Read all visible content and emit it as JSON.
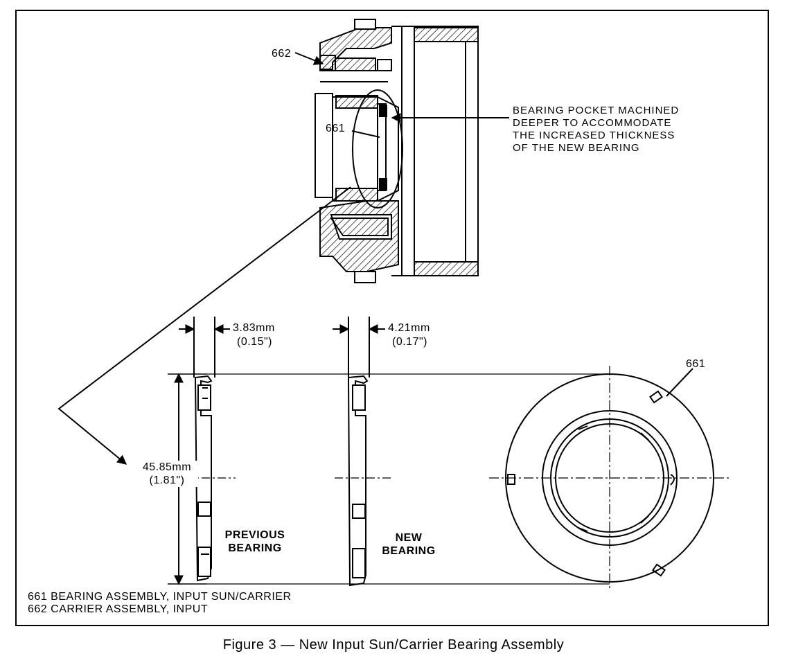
{
  "labels": {
    "part_662": "662",
    "part_661_section": "661",
    "part_661_face": "661"
  },
  "callout": {
    "lines": [
      "BEARING POCKET MACHINED",
      "DEEPER TO ACCOMMODATE",
      "THE INCREASED THICKNESS",
      "OF THE NEW BEARING"
    ]
  },
  "dimensions": {
    "previous_thickness_mm": "3.83mm",
    "previous_thickness_in": "(0.15\")",
    "new_thickness_mm": "4.21mm",
    "new_thickness_in": "(0.17\")",
    "diameter_mm": "45.85mm",
    "diameter_in": "(1.81\")"
  },
  "bearings": {
    "previous_line1": "PREVIOUS",
    "previous_line2": "BEARING",
    "new_line1": "NEW",
    "new_line2": "BEARING"
  },
  "legend": [
    "661  BEARING ASSEMBLY, INPUT SUN/CARRIER",
    "662  CARRIER ASSEMBLY, INPUT"
  ],
  "caption": "Figure 3 — New Input Sun/Carrier Bearing Assembly"
}
